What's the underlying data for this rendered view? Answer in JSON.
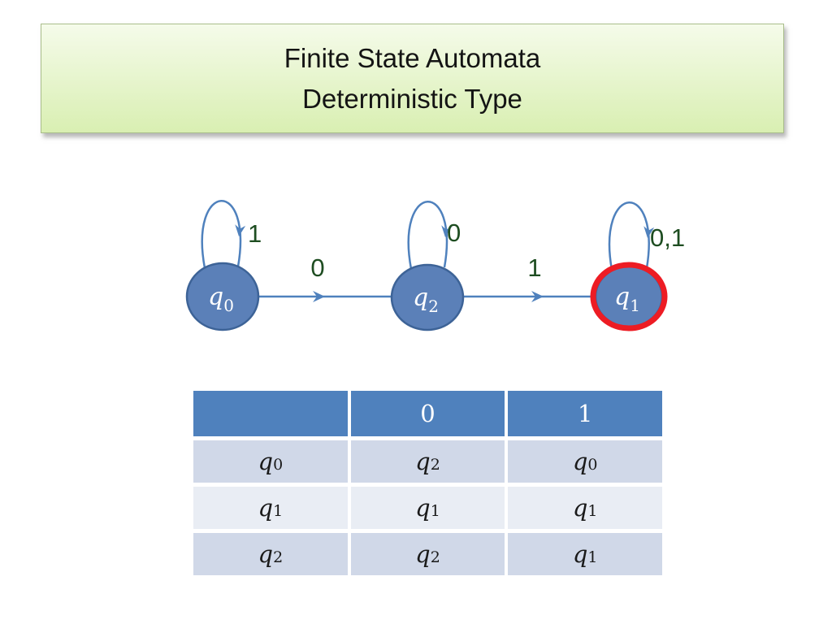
{
  "title": {
    "line1": "Finite State Automata",
    "line2": "Deterministic Type"
  },
  "diagram": {
    "states": [
      {
        "name": "q0",
        "base": "q",
        "sub": "0",
        "self_loop_label": "1",
        "accepting": false
      },
      {
        "name": "q2",
        "base": "q",
        "sub": "2",
        "self_loop_label": "0",
        "accepting": false
      },
      {
        "name": "q1",
        "base": "q",
        "sub": "1",
        "self_loop_label": "0,1",
        "accepting": true
      }
    ],
    "transitions": [
      {
        "from": "q0",
        "to": "q2",
        "label": "0"
      },
      {
        "from": "q2",
        "to": "q1",
        "label": "1"
      }
    ]
  },
  "table": {
    "header": [
      "",
      "0",
      "1"
    ],
    "rows": [
      {
        "label": {
          "base": "q",
          "sub": "0"
        },
        "cells": [
          {
            "base": "q",
            "sub": "2"
          },
          {
            "base": "q",
            "sub": "0"
          }
        ]
      },
      {
        "label": {
          "base": "q",
          "sub": "1"
        },
        "cells": [
          {
            "base": "q",
            "sub": "1"
          },
          {
            "base": "q",
            "sub": "1"
          }
        ]
      },
      {
        "label": {
          "base": "q",
          "sub": "2"
        },
        "cells": [
          {
            "base": "q",
            "sub": "2"
          },
          {
            "base": "q",
            "sub": "1"
          }
        ]
      }
    ]
  },
  "colors": {
    "banner_top": "#f5fbea",
    "banner_bottom": "#d9efb2",
    "banner_border": "#a9bd8b",
    "state_fill": "#5b80b8",
    "state_border": "#3d6397",
    "connector": "#4f81bd",
    "accept_ring": "#ed1c24",
    "label_green": "#1e4d21",
    "table_header_bg": "#4f81bd",
    "table_header_text": "#ffffff",
    "table_row_odd": "#d0d8e8",
    "table_row_even": "#e9edf4",
    "table_text": "#1a1a1a"
  }
}
